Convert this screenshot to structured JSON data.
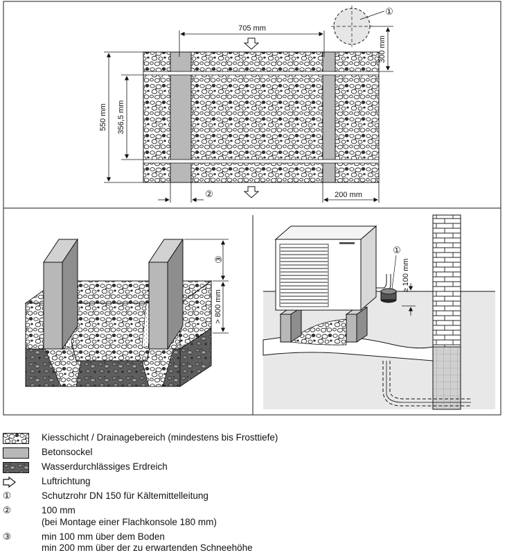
{
  "top_plan": {
    "dimensions": {
      "width_705": "705 mm",
      "height_550": "550 mm",
      "height_356": "356,5 mm",
      "offset_300": "300 mm",
      "width_200": "200 mm"
    },
    "markers": {
      "pipe": "①",
      "bracket": "②"
    }
  },
  "section_view": {
    "markers": {
      "clearance": "③"
    },
    "dimensions": {
      "depth_800": "> 800 mm"
    }
  },
  "installation_view": {
    "markers": {
      "pipe": "①"
    },
    "dimensions": {
      "clearance_100": "≥ 100 mm"
    }
  },
  "legend": {
    "items": [
      {
        "symbol": "gravel-pattern",
        "text": "Kiesschicht / Drainagebereich (mindestens bis Frosttiefe)"
      },
      {
        "symbol": "concrete-gray",
        "text": "Betonsockel"
      },
      {
        "symbol": "soil-pattern",
        "text": "Wasserdurchlässiges Erdreich"
      },
      {
        "symbol": "arrow-right-outline",
        "text": "Luftrichtung"
      },
      {
        "symbol": "①",
        "text": "Schutzrohr DN 150 für Kältemittelleitung"
      },
      {
        "symbol": "②",
        "text": "100 mm",
        "text2": "(bei Montage einer Flachkonsole 180 mm)"
      },
      {
        "symbol": "③",
        "text": "min 100 mm über dem Boden",
        "text2": "min 200 mm über der zu erwartenden Schneehöhe"
      }
    ]
  },
  "colors": {
    "concrete": "#b8b8b8",
    "soil_dark": "#5a5a5a",
    "ground": "#e8e8e8",
    "line": "#1a1a1a"
  }
}
